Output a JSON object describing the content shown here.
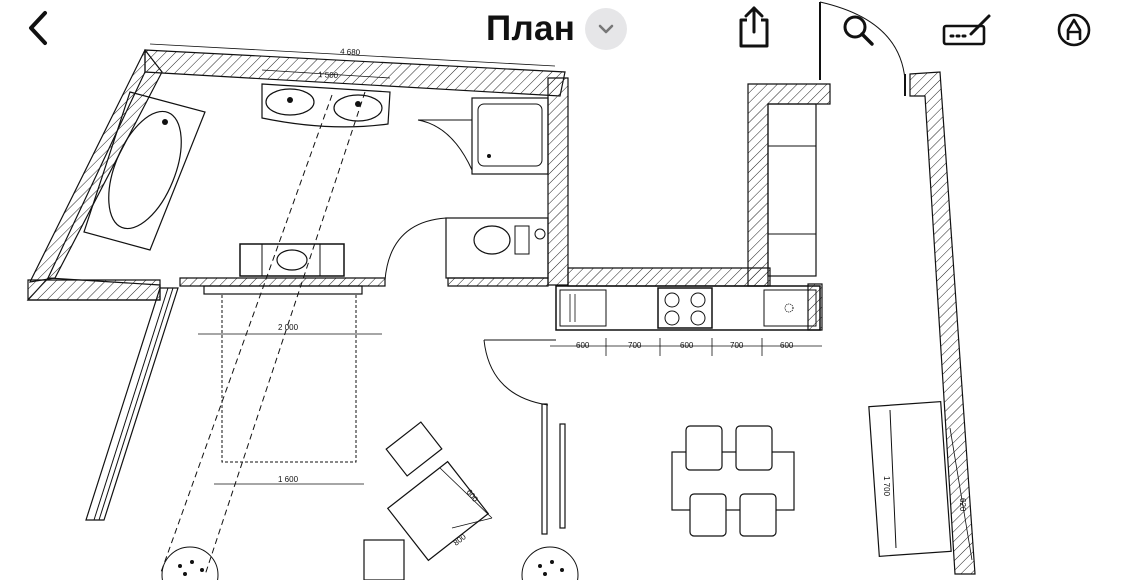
{
  "toolbar": {
    "title": "План",
    "icons": [
      "back-icon",
      "chevron-down-icon",
      "share-icon",
      "search-icon",
      "signature-icon",
      "markup-icon"
    ]
  },
  "plan": {
    "dims": {
      "bath_width": "4 680",
      "vanity": "1 500",
      "bed_width": "2 000",
      "bed_space": "1 600",
      "armchair_w": "600",
      "armchair_d": "800",
      "kitchen": [
        "600",
        "700",
        "600",
        "700",
        "600"
      ],
      "sofa": "1 700",
      "sofa_gap": "620"
    }
  },
  "colors": {
    "ink": "#111111",
    "accent_gray": "#e6e6e8"
  }
}
